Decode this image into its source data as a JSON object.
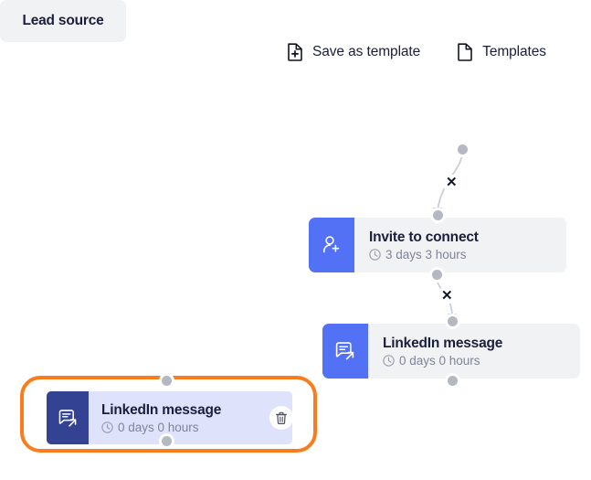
{
  "toolbar": {
    "buttons": [
      {
        "label": "Save as template",
        "icon": "document-plus-icon"
      },
      {
        "label": "Templates",
        "icon": "document-icon"
      }
    ]
  },
  "flow": {
    "nodes": [
      {
        "id": "lead-source",
        "title": "Lead source",
        "duration": null,
        "icon": null,
        "selected": false
      },
      {
        "id": "invite-to-connect",
        "title": "Invite to connect",
        "duration": "3 days 3 hours",
        "icon": "person-add-icon",
        "selected": false
      },
      {
        "id": "linkedin-message",
        "title": "LinkedIn message",
        "duration": "0 days 0 hours",
        "icon": "message-send-icon",
        "selected": false
      },
      {
        "id": "linkedin-message-selected",
        "title": "LinkedIn message",
        "duration": "0 days 0 hours",
        "icon": "message-send-icon",
        "selected": true
      }
    ],
    "connectors": [
      {
        "id": "lead-to-invite",
        "delete_glyph": "✕"
      },
      {
        "id": "invite-to-message",
        "delete_glyph": "✕"
      }
    ],
    "delete_button": {
      "icon": "trash-icon"
    }
  },
  "colors": {
    "canvas": "#ffffff",
    "node_bg": "#f1f2f4",
    "node_icon_blue": "#5271f5",
    "node_icon_blue_dark": "#344293",
    "selected_node_bg": "#dfe2fb",
    "selection_outline": "#f97d1c",
    "title_text": "#1b1f3b",
    "meta_text": "#7e8499",
    "port_dot": "#b4b8c2"
  }
}
